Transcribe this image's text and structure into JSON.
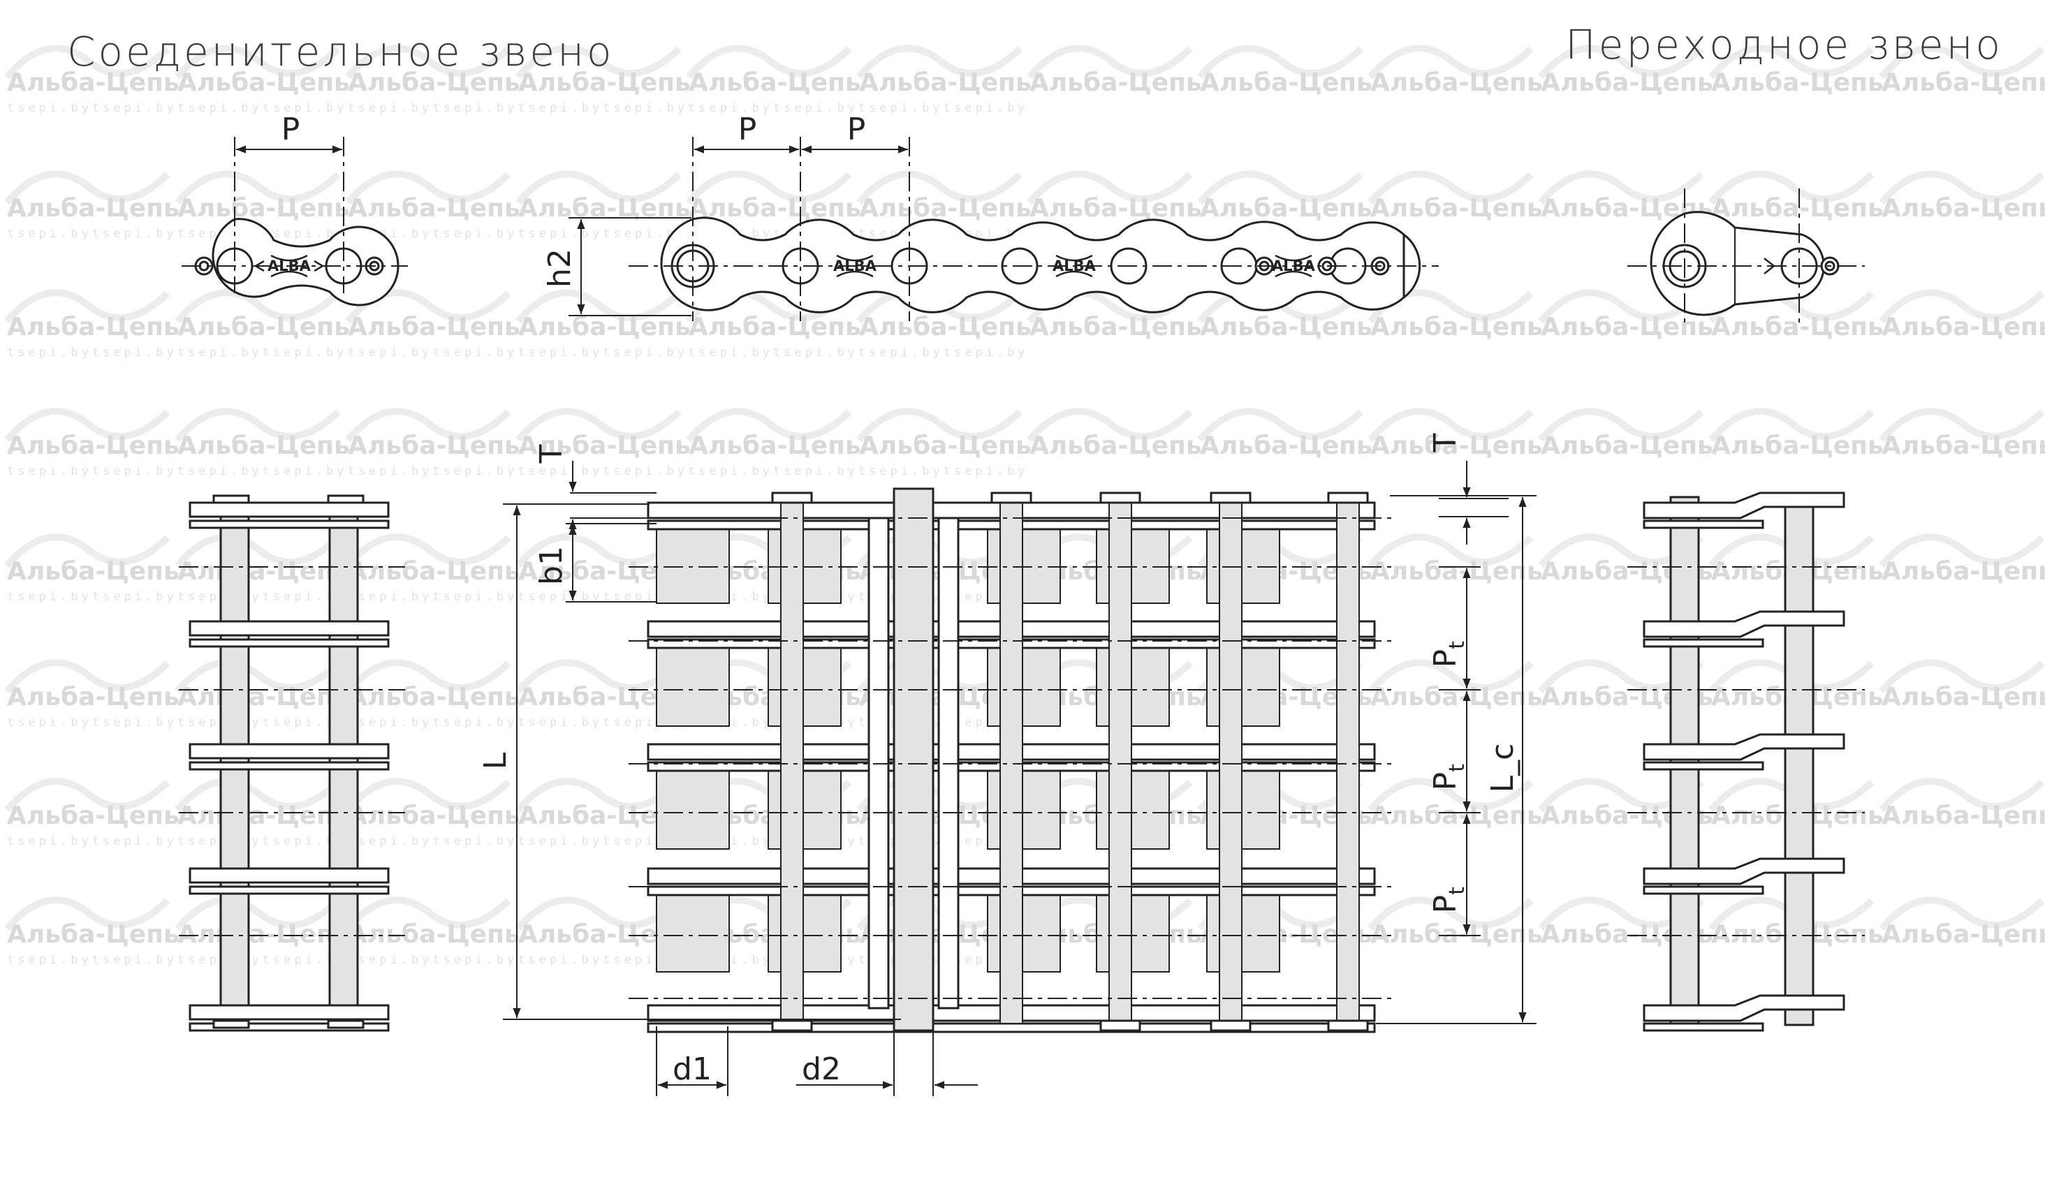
{
  "titles": {
    "connecting_link": "Соеденительное звено",
    "transition_link": "Переходное звено"
  },
  "dimensions": {
    "pitch": "P",
    "plate_height": "h2",
    "plate_thickness": "T",
    "inner_width": "b1",
    "transverse_pitch": "P",
    "transverse_pitch_sub": "t",
    "overall_length": "L",
    "overall_length_c": "L_c",
    "roller_diameter": "d1",
    "pin_diameter": "d2"
  },
  "plate_logo": "ALBA",
  "watermark": {
    "text": "Альба-Цепь",
    "subtext": "tsepi.bytsepi.bytsepi.bytsepi.bytsepi.bytsepi.bytsepi.bytsepi.bytsepi.bytsepi.bytsepi.bytsepi.by"
  },
  "colors": {
    "line": "#222222",
    "plate_fill": "#ffffff",
    "roller_fill": "#e3e3e3",
    "watermark": "#d9d9d9"
  }
}
